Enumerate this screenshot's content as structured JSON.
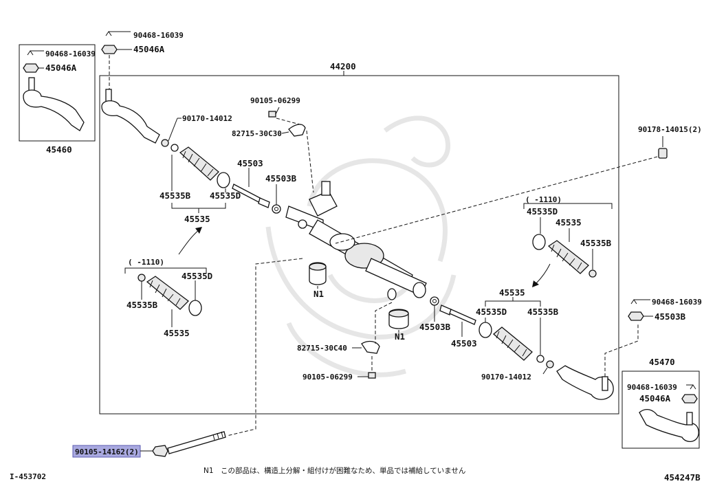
{
  "labels": {
    "p44200": "44200",
    "p45460": "45460",
    "p45470": "45470",
    "tl_clip": "90468-16039",
    "tl_nut": "45046A",
    "ul_clip": "90468-16039",
    "ul_nut": "45046A",
    "r_clip": "90468-16039",
    "r_nut": "45503B",
    "br_clip": "90468-16039",
    "br_nut": "45046A",
    "l_ring": "90170-14012",
    "r_ring": "90170-14012",
    "bolt_top": "90105-06299",
    "bolt_bottom": "90105-06299",
    "bracket_top": "82715-30C30",
    "bracket_bottom": "82715-30C40",
    "grommet_right": "90178-14015(2)",
    "l_rod": "45503",
    "l_nut": "45503B",
    "r_rod": "45503",
    "l_boot_b": "45535B",
    "l_boot_d": "45535D",
    "l_boot": "45535",
    "ll_boot_b": "45535B",
    "ll_boot_d": "45535D",
    "ll_boot": "45535",
    "ll_range": "(   -1110)",
    "rr_boot_d": "45535D",
    "rr_boot": "45535",
    "rr_boot_b": "45535B",
    "rr_range": "(   -1110)",
    "rl_boot": "45535",
    "rl_boot_d": "45535D",
    "rl_boot_b": "45535B",
    "n1_left": "N1",
    "n1_right": "N1",
    "highlight_bolt": "90105-14162(2)",
    "note": "N1　この部品は、構造上分解・組付けが困難なため、単品では補給していません",
    "doc_left": "I-453702",
    "doc_right": "454247B"
  },
  "colors": {
    "highlight": "#a9a9e0",
    "line": "#111111",
    "watermark": "#e6e6e6"
  }
}
